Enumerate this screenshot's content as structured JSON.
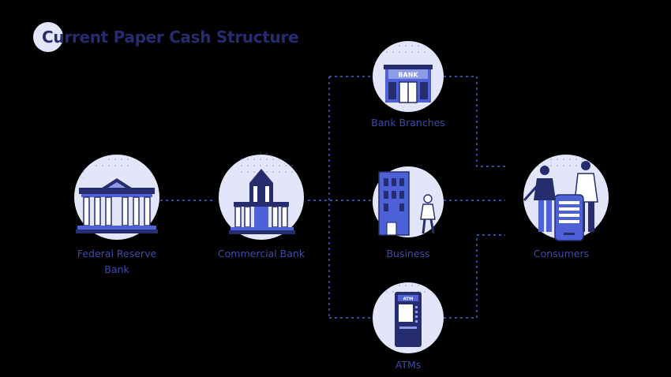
{
  "title": "Current Paper Cash Structure",
  "nodes": {
    "federal_reserve": {
      "label_line1": "Federal Reserve",
      "label_line2": "Bank"
    },
    "commercial_bank": {
      "label": "Commercial Bank"
    },
    "bank_branches": {
      "label": "Bank Branches",
      "sign": "BANK"
    },
    "business": {
      "label": "Business"
    },
    "atms": {
      "label": "ATMs",
      "sign": "ATM"
    },
    "consumers": {
      "label": "Consumers"
    }
  },
  "colors": {
    "background": "#000000",
    "circle_fill": "#e3e6fa",
    "navy": "#262d6e",
    "accent_blue": "#4d62d8",
    "label_text": "#3f4ca6",
    "connector": "#4d62d8"
  }
}
